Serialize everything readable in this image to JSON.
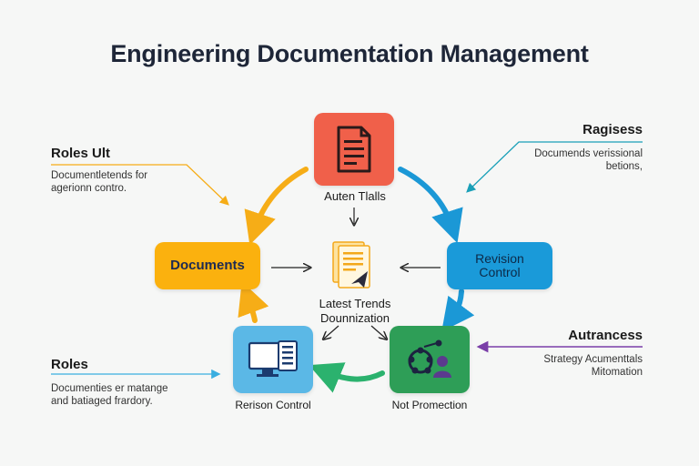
{
  "title": "Engineering Documentation Management",
  "nodes": {
    "top_caption": "Auten Tlalls",
    "documents": "Documents",
    "revision_control": "Revision Control",
    "center_caption_1": "Latest Trends",
    "center_caption_2": "Dounnization",
    "bottom_left_caption": "Rerison Control",
    "bottom_right_caption": "Not Promection"
  },
  "side_notes": {
    "top_left": {
      "title": "Roles Ult",
      "line1": "Documentletends for",
      "line2": "agerionn contro."
    },
    "top_right": {
      "title": "Ragisess",
      "line1": "Documends verissional",
      "line2": "betions,"
    },
    "bottom_left": {
      "title": "Roles",
      "line1": "Documenties er matange",
      "line2": "and batiaged frardory."
    },
    "bottom_right": {
      "title": "Autrancess",
      "line1": "Strategy Acumenttals",
      "line2": "Mitomation"
    }
  },
  "colors": {
    "top": "#f0604a",
    "documents": "#fbb10e",
    "revision": "#1a9ad9",
    "bottom_left": "#5bb8e6",
    "bottom_right": "#2e9e57",
    "arrow_orange": "#f6ad17",
    "arrow_blue": "#1b98d6",
    "arrow_green": "#2bb26e",
    "arrow_purple": "#7a3ea8",
    "accent_teal": "#1aa0b8"
  },
  "icons": {
    "top": "document-icon",
    "center": "stacked-documents-icon",
    "bottom_left": "monitor-icon",
    "bottom_right": "team-network-icon"
  }
}
